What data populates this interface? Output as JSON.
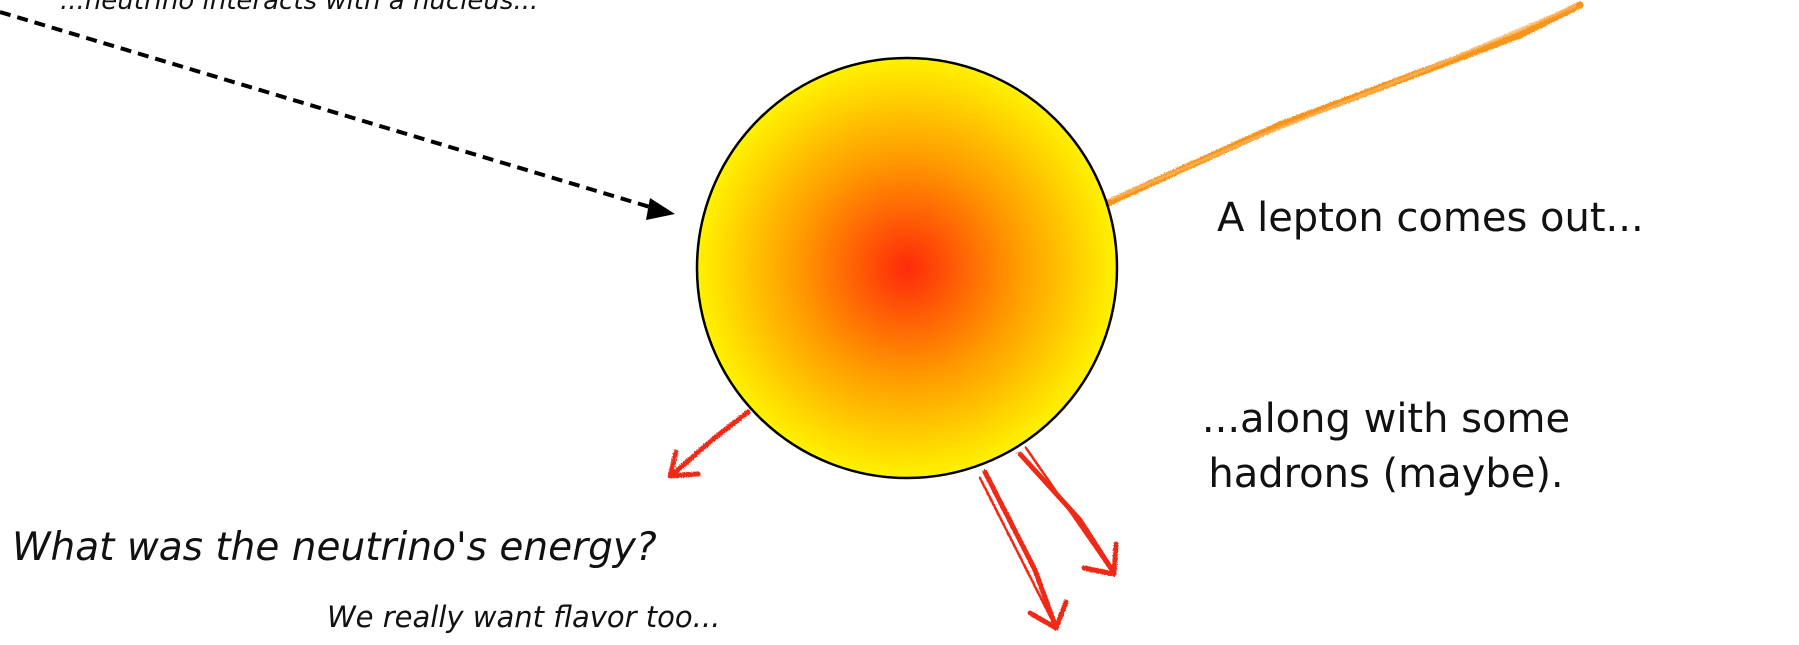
{
  "slide": {
    "top_caption": "...neutrino interacts with a nucleus...",
    "lepton_caption": "A lepton comes out...",
    "hadrons_caption": "...along with some hadrons (maybe).",
    "question": "What was the neutrino's energy?",
    "flavor_note": "We really want flavor too..."
  },
  "colors": {
    "nucleus_center": "#ff2a0a",
    "nucleus_mid": "#ff9a00",
    "nucleus_edge": "#fff200",
    "lepton_track": "#f7941d",
    "hadron_arrows": "#ee2a16",
    "incoming_neutrino": "#000000"
  },
  "icons": [
    "incoming-neutrino-arrow",
    "nucleus-blob",
    "outgoing-lepton-track",
    "hadron-arrow"
  ]
}
